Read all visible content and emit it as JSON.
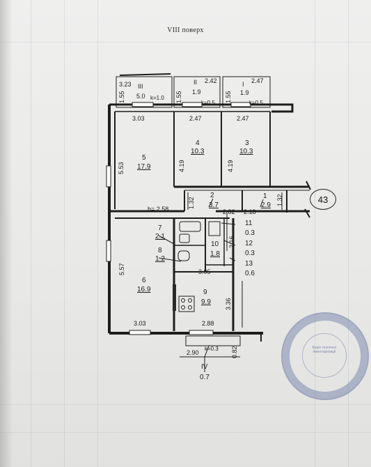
{
  "heading": "VIII поверх",
  "apartment_number": "43",
  "ceiling_height": "h= 2.58",
  "rooms": [
    {
      "num": "1",
      "area": "2.9"
    },
    {
      "num": "2",
      "area": "3.7"
    },
    {
      "num": "3",
      "area": "10.3"
    },
    {
      "num": "4",
      "area": "10.3"
    },
    {
      "num": "5",
      "area": "17.9"
    },
    {
      "num": "6",
      "area": "16.9"
    },
    {
      "num": "7",
      "area": "2.1"
    },
    {
      "num": "8",
      "area": "1.2"
    },
    {
      "num": "9",
      "area": "9.9"
    },
    {
      "num": "10",
      "area": "1.8"
    },
    {
      "num": "11",
      "area": "0.3"
    },
    {
      "num": "12",
      "area": "0.3"
    },
    {
      "num": "13",
      "area": "0.6"
    }
  ],
  "balconies": [
    {
      "num": "I",
      "area": "1.9",
      "k": "k=0.5",
      "width": "2.47",
      "depth": "1.55"
    },
    {
      "num": "II",
      "area": "1.9",
      "k": "k=0.5",
      "width": "2.42",
      "depth": "1.55"
    },
    {
      "num": "III",
      "area": "5.0",
      "k": "k=1.0",
      "width": "3.23",
      "depth": "1.55"
    },
    {
      "num": "IV",
      "area": "0.7",
      "k": "k=0.3",
      "width": "2.90",
      "depth": "0.82"
    }
  ],
  "dimensions": {
    "r5_width": "3.03",
    "r5_height": "5.53",
    "r4_width": "2.47",
    "r4_height": "4.19",
    "r3_width": "2.47",
    "r3_height": "4.19",
    "r2_height": "1.32",
    "r2_width": "2.82",
    "r1_width": "2.18",
    "r1_height": "1.32",
    "corr_height": "2.16",
    "r6_height": "5.57",
    "r6_width": "3.03",
    "r9_top": "3.05",
    "r9_height": "3.36",
    "r9_width": "2.88"
  },
  "stamp_text": "Бюро технічної інвентаризації"
}
